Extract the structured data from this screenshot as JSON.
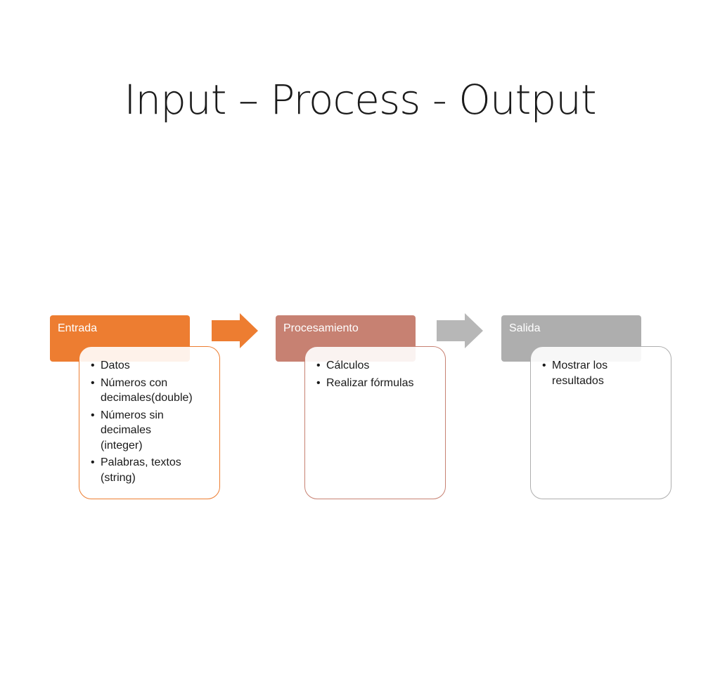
{
  "title": "Input – Process - Output",
  "stages": [
    {
      "header": "Entrada",
      "color": "#ED7D31",
      "items": [
        "Datos",
        "Números con decimales(double)",
        "Números sin decimales (integer)",
        "Palabras, textos (string)"
      ]
    },
    {
      "header": "Procesamiento",
      "color": "#C78172",
      "items": [
        "Cálculos",
        "Realizar fórmulas"
      ]
    },
    {
      "header": "Salida",
      "color": "#AEAEAE",
      "items": [
        "Mostrar los resultados"
      ]
    }
  ],
  "arrows": [
    {
      "color": "#ED7D31"
    },
    {
      "color": "#B7B7B7"
    }
  ]
}
